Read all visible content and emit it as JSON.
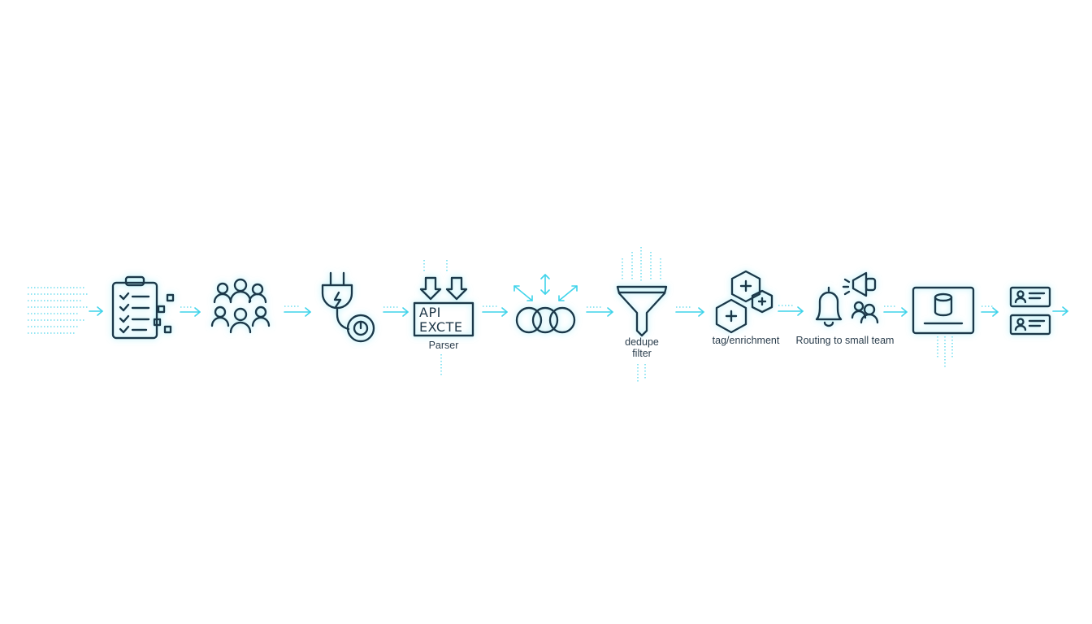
{
  "diagram": {
    "accent_color": "#3fd3ea",
    "ink_color": "#1f3748",
    "steps": [
      {
        "id": "raw-text",
        "icon": "text-lines-icon",
        "label": ""
      },
      {
        "id": "checklist",
        "icon": "clipboard-checklist-icon",
        "label": ""
      },
      {
        "id": "contributors",
        "icon": "people-group-icon",
        "label": ""
      },
      {
        "id": "connector",
        "icon": "plug-power-icon",
        "label": ""
      },
      {
        "id": "parser",
        "icon": "api-box-icon",
        "label": "Parser",
        "box_lines": [
          "API",
          "EXCTE"
        ]
      },
      {
        "id": "merge",
        "icon": "merge-circles-icon",
        "label": ""
      },
      {
        "id": "dedupe",
        "icon": "funnel-icon",
        "label": "dedupe\nfilter",
        "label_lines": [
          "dedupe",
          "filter"
        ]
      },
      {
        "id": "enrichment",
        "icon": "hexagon-plus-icon",
        "label": "tag/enrichment"
      },
      {
        "id": "routing",
        "icon": "bell-megaphone-icon",
        "label": "Routing to small team"
      },
      {
        "id": "storage",
        "icon": "database-monitor-icon",
        "label": ""
      },
      {
        "id": "profiles",
        "icon": "profile-cards-icon",
        "label": ""
      }
    ]
  }
}
